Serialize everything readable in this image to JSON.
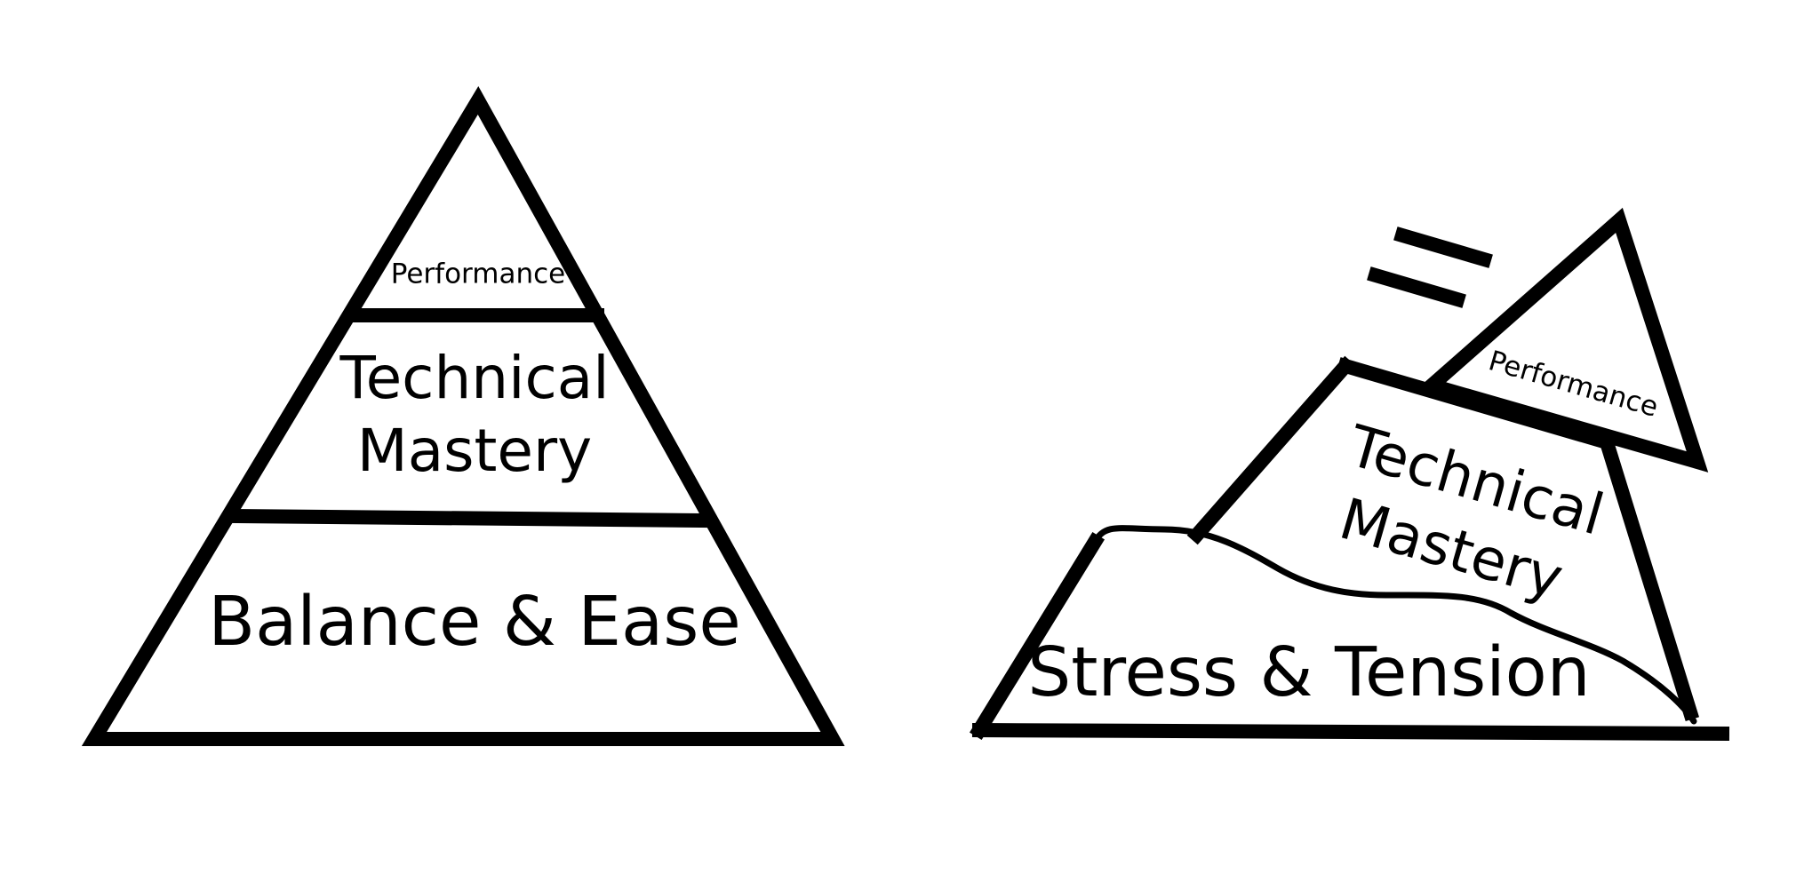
{
  "stable_pyramid": {
    "top_label": "Performance",
    "middle_label_line1": "Technical",
    "middle_label_line2": "Mastery",
    "base_label": "Balance & Ease"
  },
  "collapsing_pyramid": {
    "top_label": "Performance",
    "middle_label_line1": "Technical",
    "middle_label_line2": "Mastery",
    "base_label": "Stress & Tension"
  },
  "colors": {
    "stroke": "#000000",
    "background": "#ffffff"
  }
}
